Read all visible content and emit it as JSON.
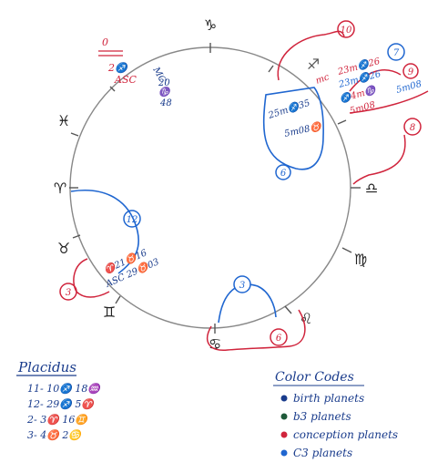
{
  "colors": {
    "birth": "#1a3c8c",
    "b3": "#1f5a3a",
    "conception": "#d0243c",
    "c3": "#1f66d0",
    "wheel": "#888888"
  },
  "signs": {
    "top": "♑",
    "sag": "♐",
    "lib": "♎",
    "vir": "♍",
    "leo": "♌",
    "can": "♋",
    "gem": "♊",
    "tau": "♉",
    "ari": "♈",
    "pis": "♓"
  },
  "circles": {
    "c10": "10",
    "c9": "9",
    "c8": "8",
    "c7": "7",
    "c6_right": "6",
    "c12": "12",
    "c3_left": "3",
    "c3_bottom": "3",
    "c6_bottom": "6"
  },
  "texts": {
    "top_left_0": "0",
    "top_left_2": "2♐",
    "top_left_asc": "ASC",
    "mc_label": "MC",
    "mc_vals": [
      "20",
      "♑",
      "48"
    ],
    "right_blue_1": "25m♐35",
    "right_blue_2": "5m08♉",
    "right_red_1": "mc",
    "right_red_2": "23m♐26",
    "right_red_3": "♐4m♑",
    "right_red_4": "5m08",
    "left_mid_1": "♈21♉16",
    "left_mid_2": "ASC 29♉03"
  },
  "placidus": {
    "title": "Placidus",
    "rows": [
      "11- 10♐ 18♒",
      "12- 29♐ 5♈",
      "2- 3♈ 16♊",
      "3- 4♉ 2♋"
    ]
  },
  "legend": {
    "title": "Color Codes",
    "items": [
      {
        "label": "birth planets",
        "color": "#1a3c8c"
      },
      {
        "label": "b3 planets",
        "color": "#1f5a3a"
      },
      {
        "label": "conception planets",
        "color": "#d0243c"
      },
      {
        "label": "C3 planets",
        "color": "#1f66d0"
      }
    ]
  }
}
